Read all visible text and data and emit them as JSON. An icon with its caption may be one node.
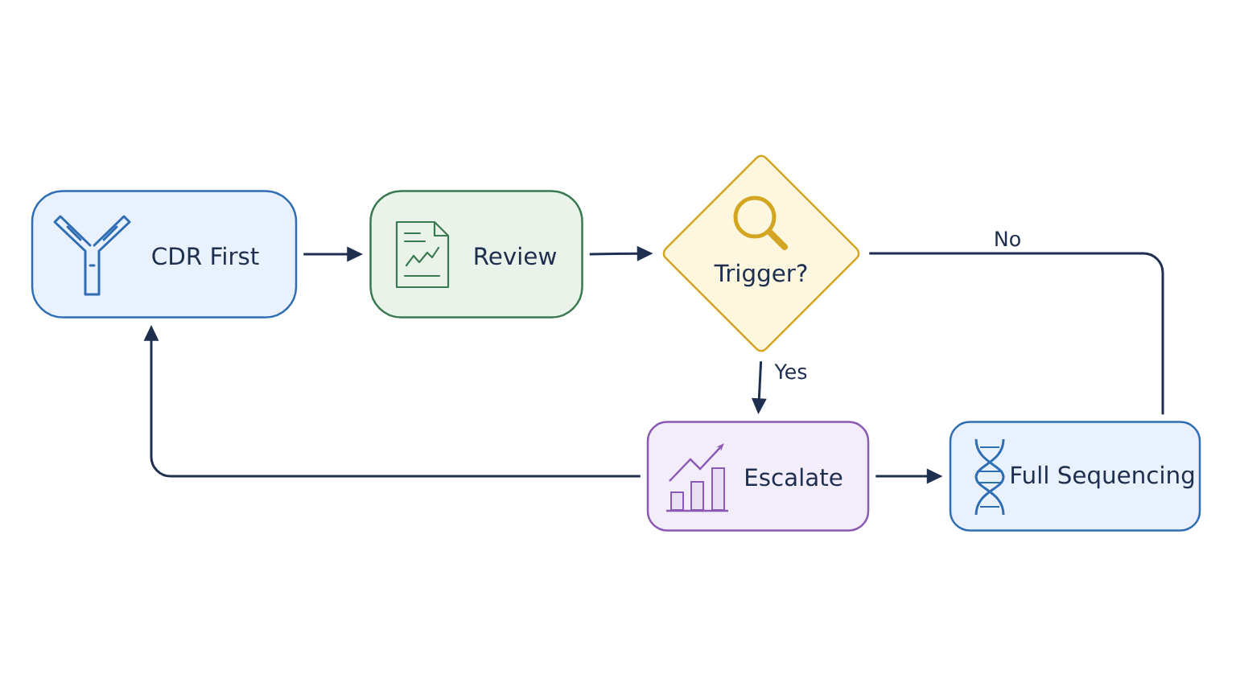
{
  "diagram": {
    "nodes": [
      {
        "text": [
          "CDR First"
        ]
      },
      {
        "text": [
          "Review"
        ]
      },
      {
        "text": [
          "Trigger?"
        ]
      },
      {
        "text": [
          "Escalate"
        ]
      },
      {
        "text": [
          "Full Sequencing"
        ]
      }
    ],
    "edges": [
      {
        "from": 0,
        "to": 1,
        "arrow": "to"
      },
      {
        "from": 1,
        "to": 2,
        "arrow": "to"
      },
      {
        "from": 2,
        "to": 3,
        "arrow": "to",
        "label": "Yes"
      },
      {
        "from": 2,
        "to": 4,
        "arrow": "none",
        "label": "No"
      },
      {
        "from": 3,
        "to": 4,
        "arrow": "to"
      },
      {
        "from": 3,
        "to": 0,
        "arrow": "to"
      }
    ]
  }
}
